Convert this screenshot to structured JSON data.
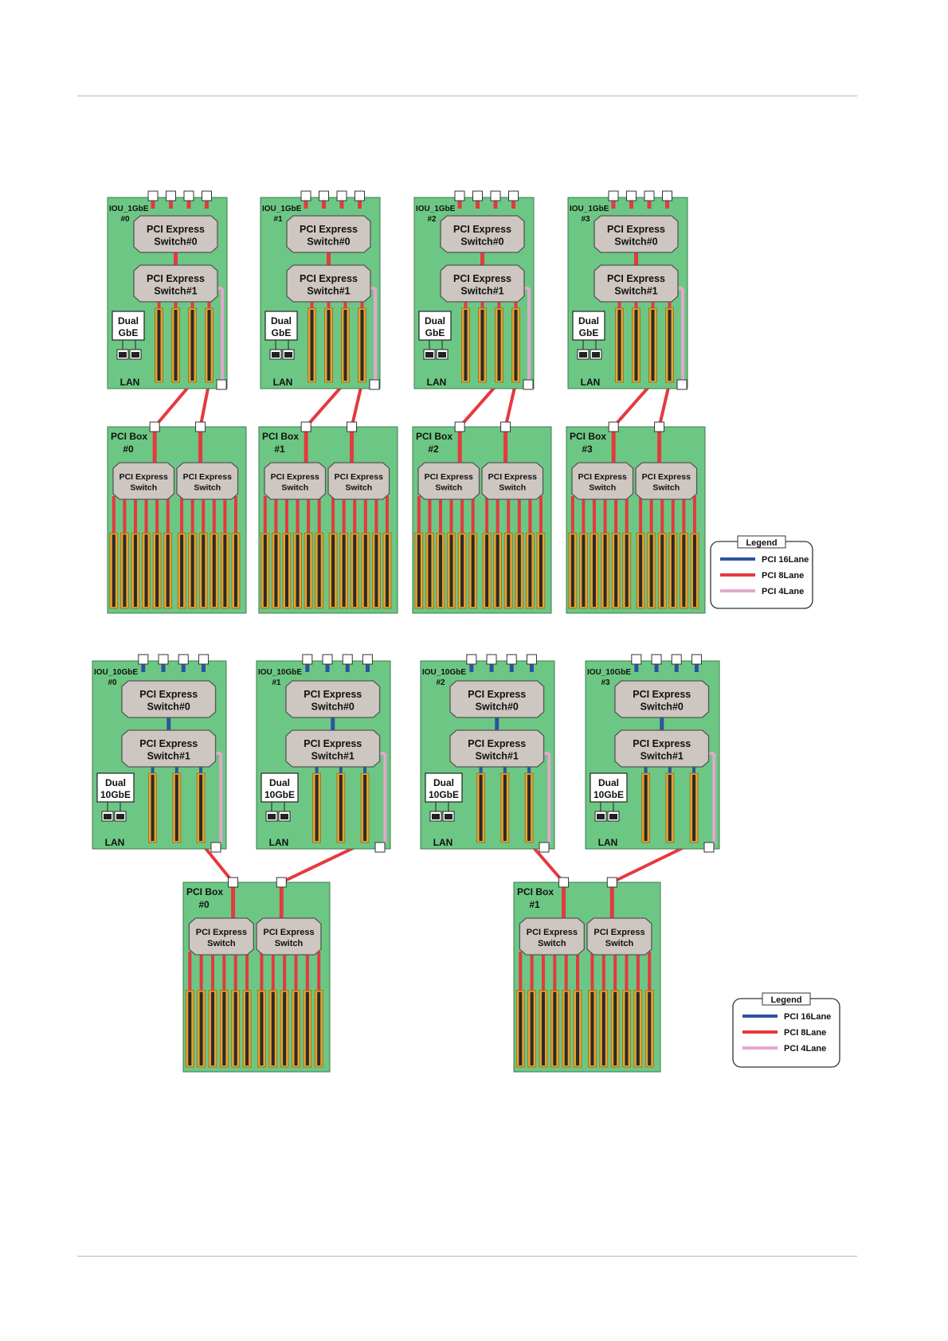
{
  "colors": {
    "board": "#6dc784",
    "board_edge": "#3d7a4e",
    "switch_fill": "#cdc6c1",
    "switch_edge": "#555555",
    "slot_outer": "#e6a22e",
    "slot_inner": "#2a2a2a",
    "lane16": "#2f52a0",
    "lane8": "#e5393f",
    "lane4": "#e3a7cf"
  },
  "figure1": {
    "iou_units": [
      {
        "label": "IOU_1GbE",
        "num": "#0",
        "sw0": [
          "PCI Express",
          "Switch#0"
        ],
        "sw1": [
          "PCI Express",
          "Switch#1"
        ],
        "nic": [
          "Dual",
          "GbE"
        ],
        "lan": "LAN"
      },
      {
        "label": "IOU_1GbE",
        "num": "#1",
        "sw0": [
          "PCI Express",
          "Switch#0"
        ],
        "sw1": [
          "PCI Express",
          "Switch#1"
        ],
        "nic": [
          "Dual",
          "GbE"
        ],
        "lan": "LAN"
      },
      {
        "label": "IOU_1GbE",
        "num": "#2",
        "sw0": [
          "PCI Express",
          "Switch#0"
        ],
        "sw1": [
          "PCI Express",
          "Switch#1"
        ],
        "nic": [
          "Dual",
          "GbE"
        ],
        "lan": "LAN"
      },
      {
        "label": "IOU_1GbE",
        "num": "#3",
        "sw0": [
          "PCI Express",
          "Switch#0"
        ],
        "sw1": [
          "PCI Express",
          "Switch#1"
        ],
        "nic": [
          "Dual",
          "GbE"
        ],
        "lan": "LAN"
      }
    ],
    "pci_boxes": [
      {
        "label": "PCI Box",
        "num": "#0",
        "switches": [
          [
            "PCI Express",
            "Switch"
          ],
          [
            "PCI Express",
            "Switch"
          ]
        ]
      },
      {
        "label": "PCI Box",
        "num": "#1",
        "switches": [
          [
            "PCI Express",
            "Switch"
          ],
          [
            "PCI Express",
            "Switch"
          ]
        ]
      },
      {
        "label": "PCI Box",
        "num": "#2",
        "switches": [
          [
            "PCI Express",
            "Switch"
          ],
          [
            "PCI Express",
            "Switch"
          ]
        ]
      },
      {
        "label": "PCI Box",
        "num": "#3",
        "switches": [
          [
            "PCI Express",
            "Switch"
          ],
          [
            "PCI Express",
            "Switch"
          ]
        ]
      }
    ],
    "legend": {
      "title": "Legend",
      "items": [
        {
          "label": "PCI 16Lane",
          "color_key": "lane16"
        },
        {
          "label": "PCI 8Lane",
          "color_key": "lane8"
        },
        {
          "label": "PCI 4Lane",
          "color_key": "lane4"
        }
      ]
    }
  },
  "figure2": {
    "iou_units": [
      {
        "label": "IOU_10GbE",
        "num": "#0",
        "sw0": [
          "PCI Express",
          "Switch#0"
        ],
        "sw1": [
          "PCI Express",
          "Switch#1"
        ],
        "nic": [
          "Dual",
          "10GbE"
        ],
        "lan": "LAN"
      },
      {
        "label": "IOU_10GbE",
        "num": "#1",
        "sw0": [
          "PCI Express",
          "Switch#0"
        ],
        "sw1": [
          "PCI Express",
          "Switch#1"
        ],
        "nic": [
          "Dual",
          "10GbE"
        ],
        "lan": "LAN"
      },
      {
        "label": "IOU_10GbE",
        "num": "#2",
        "sw0": [
          "PCI Express",
          "Switch#0"
        ],
        "sw1": [
          "PCI Express",
          "Switch#1"
        ],
        "nic": [
          "Dual",
          "10GbE"
        ],
        "lan": "LAN"
      },
      {
        "label": "IOU_10GbE",
        "num": "#3",
        "sw0": [
          "PCI Express",
          "Switch#0"
        ],
        "sw1": [
          "PCI Express",
          "Switch#1"
        ],
        "nic": [
          "Dual",
          "10GbE"
        ],
        "lan": "LAN"
      }
    ],
    "pci_boxes": [
      {
        "label": "PCI Box",
        "num": "#0",
        "switches": [
          [
            "PCI Express",
            "Switch"
          ],
          [
            "PCI Express",
            "Switch"
          ]
        ]
      },
      {
        "label": "PCI Box",
        "num": "#1",
        "switches": [
          [
            "PCI Express",
            "Switch"
          ],
          [
            "PCI Express",
            "Switch"
          ]
        ]
      }
    ],
    "legend": {
      "title": "Legend",
      "items": [
        {
          "label": "PCI 16Lane",
          "color_key": "lane16"
        },
        {
          "label": "PCI 8Lane",
          "color_key": "lane8"
        },
        {
          "label": "PCI 4Lane",
          "color_key": "lane4"
        }
      ]
    }
  }
}
